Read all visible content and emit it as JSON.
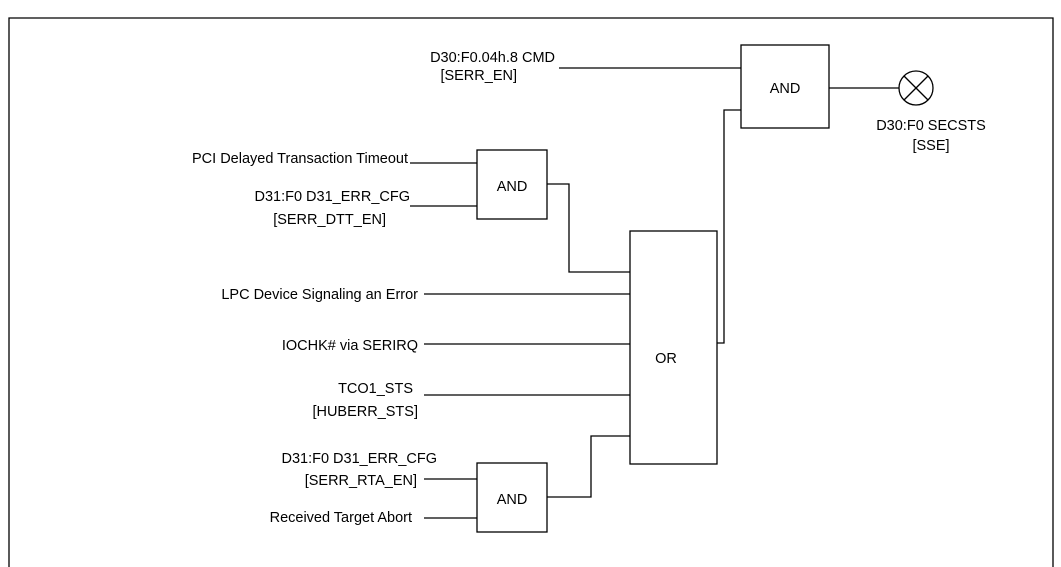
{
  "inputs": {
    "d30_cmd_line1": "D30:F0.04h.8 CMD",
    "d30_cmd_line2": "[SERR_EN]",
    "pci_delayed": "PCI Delayed Transaction Timeout",
    "d31_dtt_line1": "D31:F0 D31_ERR_CFG",
    "d31_dtt_line2": "[SERR_DTT_EN]",
    "lpc_error": "LPC Device Signaling an Error",
    "iochk": "IOCHK# via SERIRQ",
    "tco1_line1": "TCO1_STS",
    "tco1_line2": "[HUBERR_STS]",
    "d31_rta_line1": "D31:F0 D31_ERR_CFG",
    "d31_rta_line2": "[SERR_RTA_EN]",
    "received_abort": "Received Target Abort"
  },
  "gates": {
    "and_top": "AND",
    "and_dtt": "AND",
    "or_main": "OR",
    "and_rta": "AND"
  },
  "output": {
    "line1": "D30:F0 SECSTS",
    "line2": "[SSE]"
  }
}
